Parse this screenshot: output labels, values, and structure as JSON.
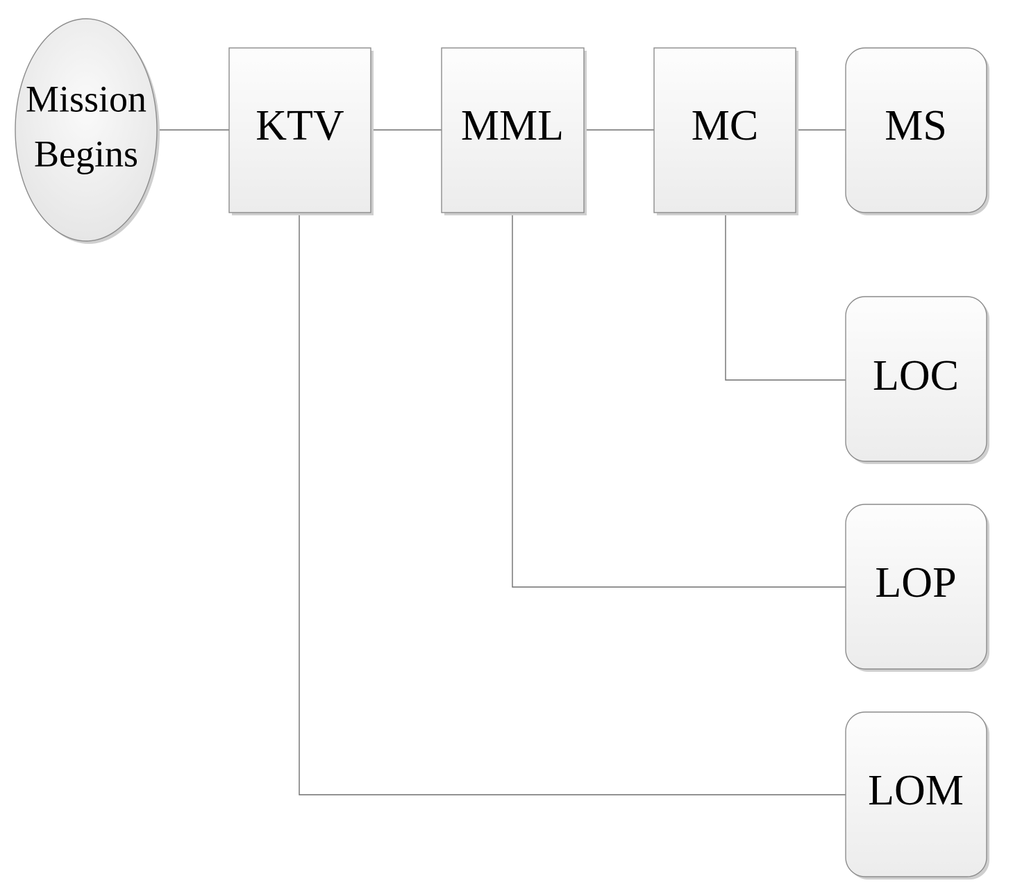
{
  "diagram": {
    "start": {
      "line1": "Mission",
      "line2": "Begins"
    },
    "ktv": "KTV",
    "mml": "MML",
    "mc": "MC",
    "ms": "MS",
    "loc": "LOC",
    "lop": "LOP",
    "lom": "LOM"
  }
}
